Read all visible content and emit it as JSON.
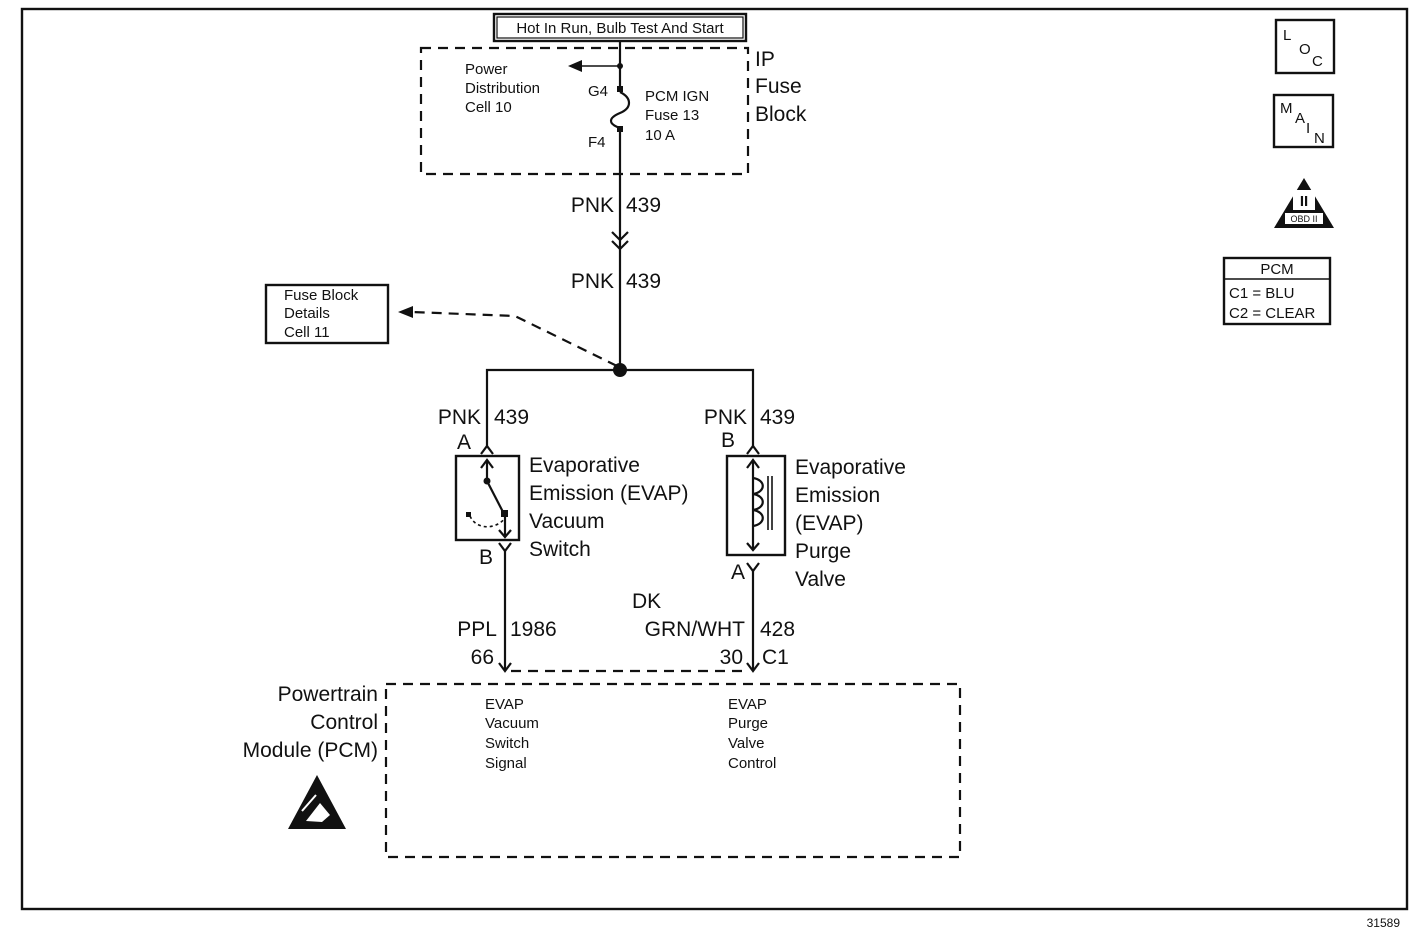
{
  "header": {
    "power_condition": "Hot In Run, Bulb Test And Start"
  },
  "fuse_block": {
    "name_line1": "IP",
    "name_line2": "Fuse",
    "name_line3": "Block",
    "power_dist_line1": "Power",
    "power_dist_line2": "Distribution",
    "power_dist_line3": "Cell 10",
    "terminal_top": "G4",
    "terminal_bottom": "F4",
    "fuse_line1": "PCM IGN",
    "fuse_line2": "Fuse 13",
    "fuse_line3": "10 A"
  },
  "wires": {
    "main_upper": {
      "color": "PNK",
      "circuit": "439"
    },
    "main_lower": {
      "color": "PNK",
      "circuit": "439"
    },
    "left_branch": {
      "color": "PNK",
      "circuit": "439"
    },
    "right_branch": {
      "color": "PNK",
      "circuit": "439"
    },
    "vacuum_signal": {
      "color": "PPL",
      "circuit": "1986",
      "pin": "66"
    },
    "purge_control": {
      "color_line1": "DK",
      "color_line2": "GRN/WHT",
      "circuit": "428",
      "pin": "30",
      "connector": "C1"
    }
  },
  "fuse_details_ref": {
    "line1": "Fuse Block",
    "line2": "Details",
    "line3": "Cell 11"
  },
  "vacuum_switch": {
    "pin_top": "A",
    "pin_bottom": "B",
    "name_line1": "Evaporative",
    "name_line2": "Emission (EVAP)",
    "name_line3": "Vacuum",
    "name_line4": "Switch"
  },
  "purge_valve": {
    "pin_top": "B",
    "pin_bottom": "A",
    "name_line1": "Evaporative",
    "name_line2": "Emission",
    "name_line3": "(EVAP)",
    "name_line4": "Purge",
    "name_line5": "Valve"
  },
  "pcm": {
    "name_line1": "Powertrain",
    "name_line2": "Control",
    "name_line3": "Module (PCM)",
    "input1_line1": "EVAP",
    "input1_line2": "Vacuum",
    "input1_line3": "Switch",
    "input1_line4": "Signal",
    "input2_line1": "EVAP",
    "input2_line2": "Purge",
    "input2_line3": "Valve",
    "input2_line4": "Control"
  },
  "legend": {
    "loc_l": "L",
    "loc_o": "O",
    "loc_c": "C",
    "main_m": "M",
    "main_a": "A",
    "main_i": "I",
    "main_n": "N",
    "obd_numeral": "II",
    "obd_label": "OBD II",
    "pcm_title": "PCM",
    "pcm_c1": "C1 = BLU",
    "pcm_c2": "C2 = CLEAR"
  },
  "footer": {
    "figure_number": "31589"
  }
}
